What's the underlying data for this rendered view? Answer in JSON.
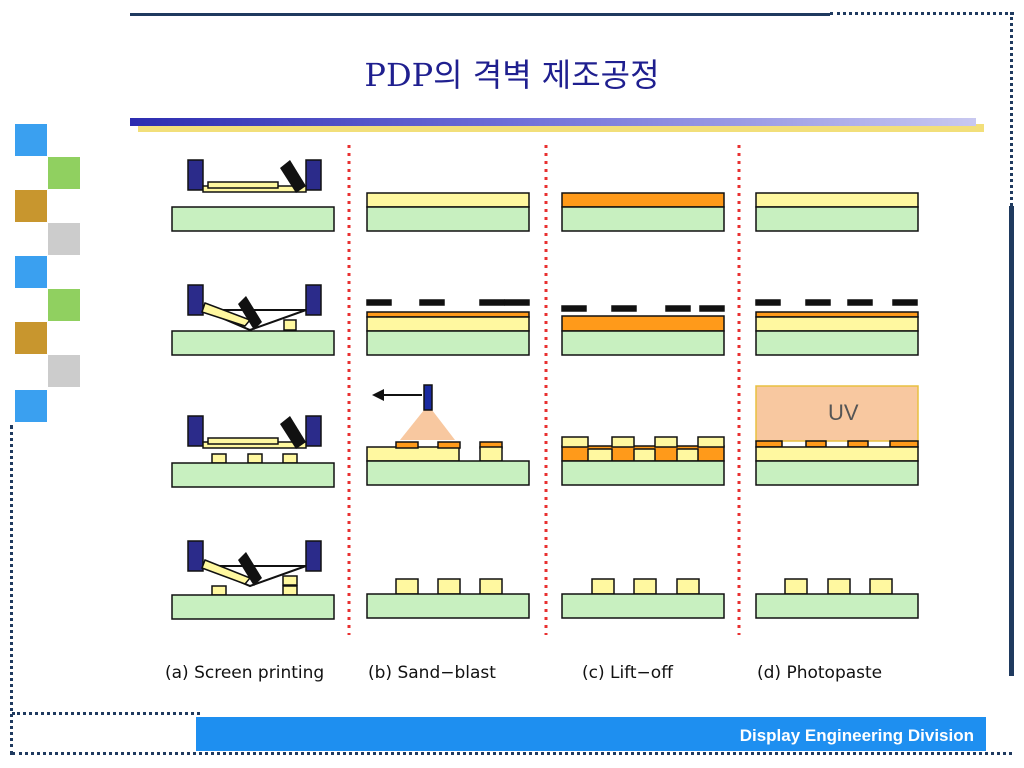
{
  "title": "PDP의 격벽 제조공정",
  "footer": "Display Engineering Division",
  "diagram": {
    "captions": [
      "(a) Screen printing",
      "(b) Sand−blast",
      "(c) Lift−off",
      "(d) Photopaste"
    ],
    "uv_label": "UV"
  },
  "colors": {
    "substrate": "#c8f0c0",
    "paste": "#fff8a0",
    "photoresist": "#ff9a1a",
    "squeegee": "#2b2b8a",
    "separator": "#e83030",
    "uv": "#f8c8a0"
  },
  "decoration_squares": [
    "#3aa0f0",
    "#90d060",
    "#c8962e",
    "#cccccc",
    "#3aa0f0",
    "#90d060",
    "#c8962e",
    "#cccccc",
    "#3aa0f0"
  ]
}
